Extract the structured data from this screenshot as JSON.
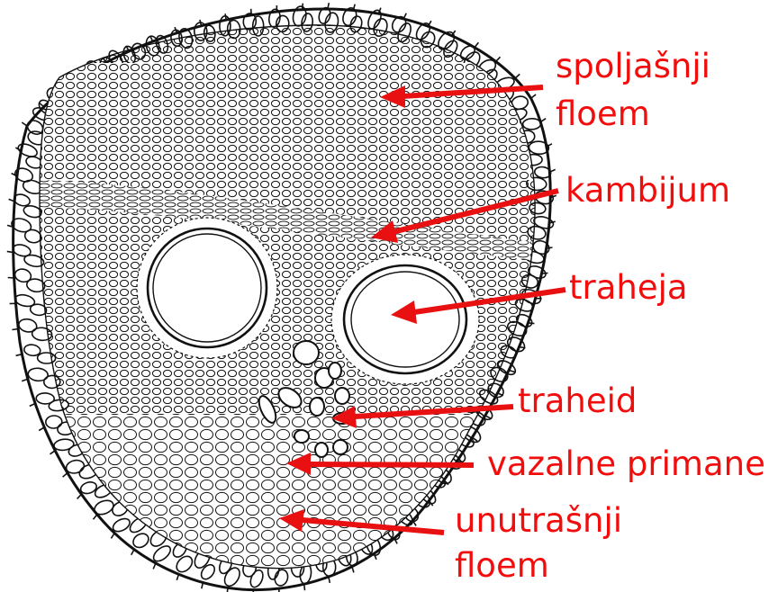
{
  "labels": {
    "outer_phloem": [
      "spoljašnji",
      "floem"
    ],
    "cambium": "kambijum",
    "trachea": "traheja",
    "tracheid": "traheid",
    "vascular_primary": "vazalne primane",
    "inner_phloem": [
      "unutrašnji",
      "floem"
    ]
  },
  "colors": {
    "label_text": "#f20d0d",
    "arrow": "#e81010",
    "ink": "#111111",
    "background": "#ffffff"
  }
}
